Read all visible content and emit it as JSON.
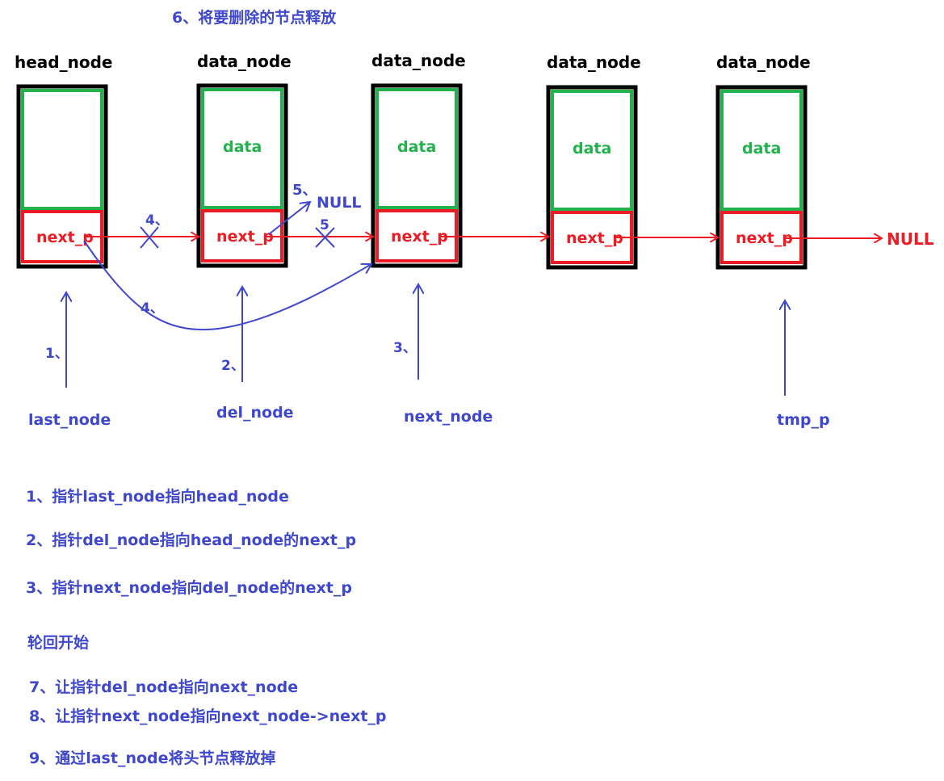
{
  "title": "6、将要删除的节点释放",
  "nodes": [
    {
      "label": "head_node",
      "data": "",
      "next": "next_p"
    },
    {
      "label": "data_node",
      "data": "data",
      "next": "next_p"
    },
    {
      "label": "data_node",
      "data": "data",
      "next": "next_p"
    },
    {
      "label": "data_node",
      "data": "data",
      "next": "next_p"
    },
    {
      "label": "data_node",
      "data": "data",
      "next": "next_p"
    }
  ],
  "end_null": "NULL",
  "step_marks": {
    "s4a": "4、",
    "s4b": "4、",
    "s5a": "5、",
    "s5_null": "NULL",
    "s5b": "5",
    "s1": "1、",
    "s2": "2、",
    "s3": "3、"
  },
  "pointers": [
    "last_node",
    "del_node",
    "next_node",
    "tmp_p"
  ],
  "steps": [
    "1、指针last_node指向head_node",
    "2、指针del_node指向head_node的next_p",
    "3、指针next_node指向del_node的next_p",
    "轮回开始",
    "7、让指针del_node指向next_node",
    "8、让指针next_node指向next_node->next_p",
    "9、通过last_node将头节点释放掉"
  ],
  "colors": {
    "blue": "#3f48cc",
    "red": "#ed1c24",
    "green": "#22b14c",
    "black": "#000000"
  }
}
